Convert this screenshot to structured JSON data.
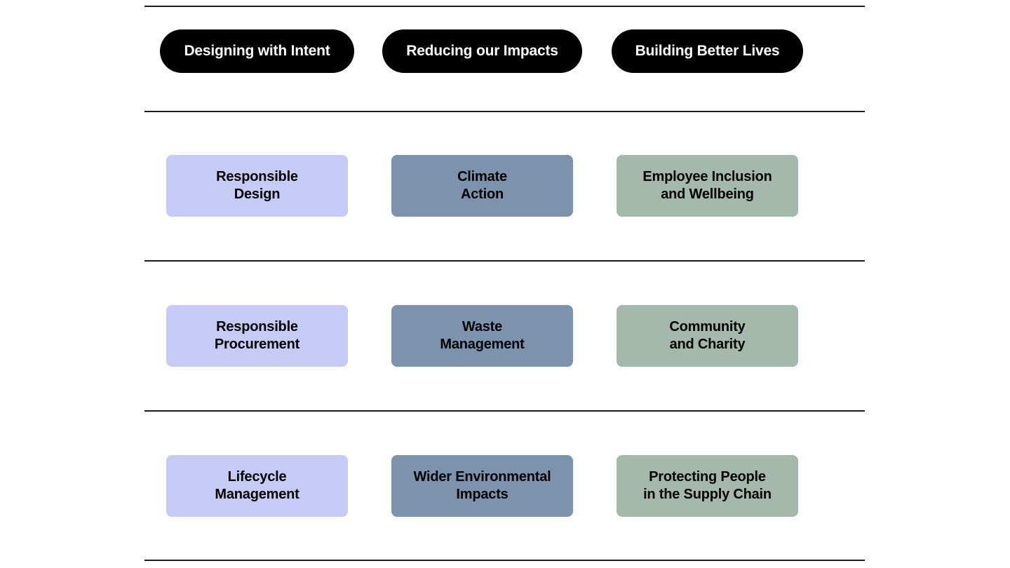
{
  "theme": {
    "background": "#ffffff",
    "divider_color": "#1a1a1a",
    "pillar_fill": "#000000",
    "pillar_text": "#ffffff",
    "card_text": "#000000",
    "column_colors": [
      "#C6CBF5",
      "#7C92AD",
      "#A5B8AC"
    ]
  },
  "pillars": [
    {
      "label": "Designing with Intent"
    },
    {
      "label": "Reducing our Impacts"
    },
    {
      "label": "Building Better Lives"
    }
  ],
  "rows": [
    {
      "cards": [
        {
          "line1": "Responsible",
          "line2": "Design"
        },
        {
          "line1": "Climate",
          "line2": "Action"
        },
        {
          "line1": "Employee Inclusion",
          "line2": "and Wellbeing"
        }
      ]
    },
    {
      "cards": [
        {
          "line1": "Responsible",
          "line2": "Procurement"
        },
        {
          "line1": "Waste",
          "line2": "Management"
        },
        {
          "line1": "Community",
          "line2": "and Charity"
        }
      ]
    },
    {
      "cards": [
        {
          "line1": "Lifecycle",
          "line2": "Management"
        },
        {
          "line1": "Wider Environmental",
          "line2": "Impacts"
        },
        {
          "line1": "Protecting People",
          "line2": "in the Supply Chain"
        }
      ]
    }
  ]
}
